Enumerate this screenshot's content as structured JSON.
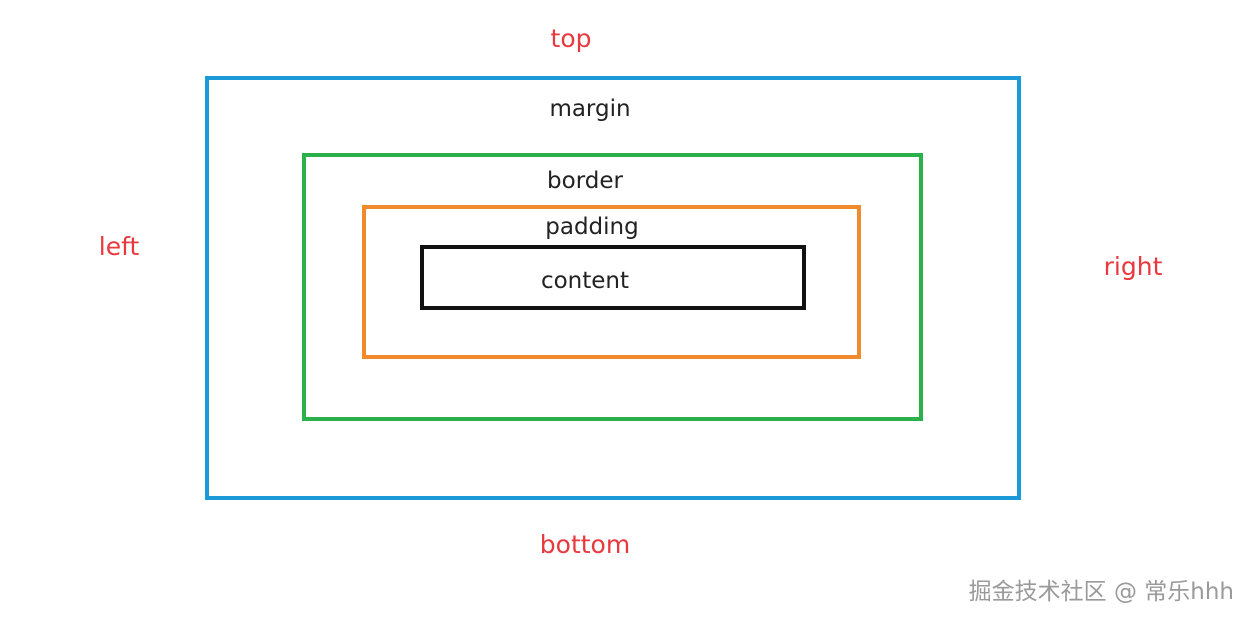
{
  "labels": {
    "top": "top",
    "left": "left",
    "right": "right",
    "bottom": "bottom"
  },
  "boxes": {
    "margin": {
      "label": "margin",
      "color": "#1a9ad6"
    },
    "border": {
      "label": "border",
      "color": "#2bb14a"
    },
    "padding": {
      "label": "padding",
      "color": "#f08a2c"
    },
    "content": {
      "label": "content",
      "color": "#111111"
    }
  },
  "side_label_color": "#e8393f",
  "watermark": "掘金技术社区 @ 常乐hhh"
}
